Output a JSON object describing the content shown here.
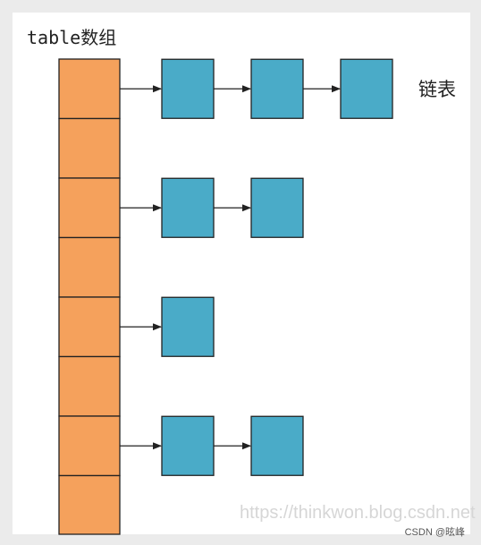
{
  "title": "table数组",
  "legend_label": "链表",
  "watermark": "https://thinkwon.blog.csdn.net",
  "credit": "CSDN @昡峰",
  "colors": {
    "bucket_fill": "#f5a15c",
    "node_fill": "#4aabc8",
    "border": "#222222",
    "arrow": "#222222"
  },
  "buckets": [
    {
      "index": 0,
      "chain_length": 3
    },
    {
      "index": 1,
      "chain_length": 0
    },
    {
      "index": 2,
      "chain_length": 2
    },
    {
      "index": 3,
      "chain_length": 0
    },
    {
      "index": 4,
      "chain_length": 1
    },
    {
      "index": 5,
      "chain_length": 0
    },
    {
      "index": 6,
      "chain_length": 2
    },
    {
      "index": 7,
      "chain_length": 0
    }
  ]
}
